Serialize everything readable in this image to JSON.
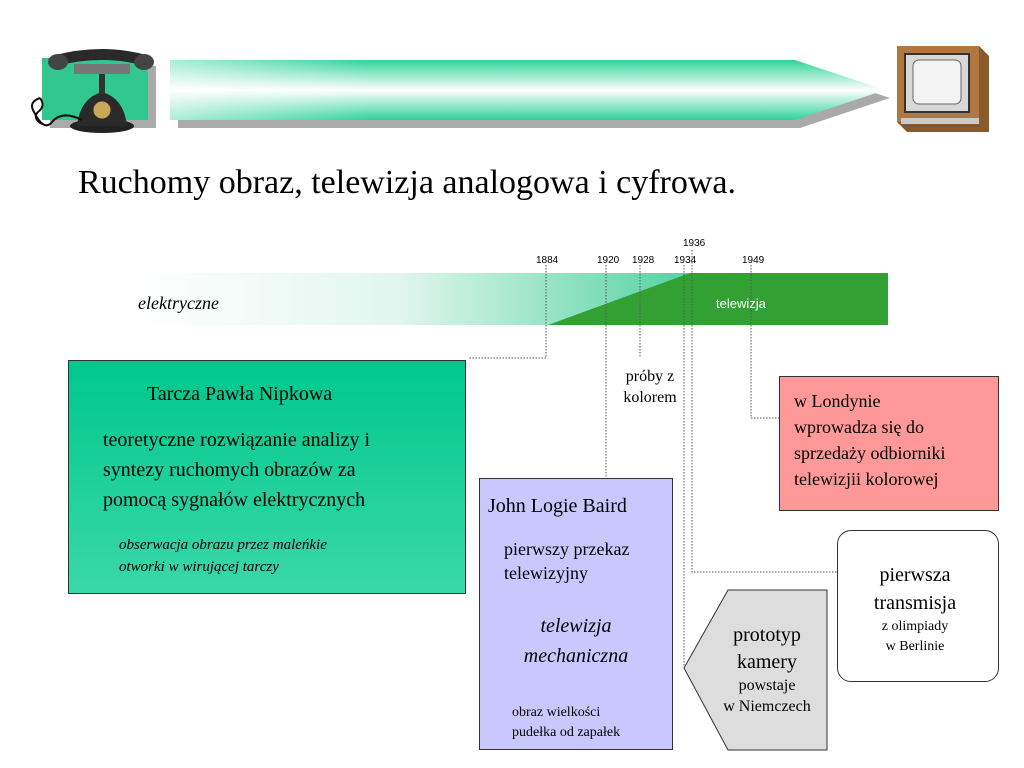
{
  "title": "Ruchomy obraz, telewizja analogowa i cyfrowa.",
  "header": {
    "phone_icon": "telephone-icon",
    "tv_icon": "television-icon"
  },
  "timeline": {
    "left_label": "elektryczne",
    "right_label": "telewizja",
    "years": {
      "y1884": "1884",
      "y1920": "1920",
      "y1928": "1928",
      "y1934": "1934",
      "y1936": "1936",
      "y1949": "1949"
    },
    "colors": {
      "band": "#00b070",
      "tv": "#33a033"
    }
  },
  "proby": {
    "line1": "próby z",
    "line2": "kolorem"
  },
  "nipkow": {
    "heading": "Tarcza Pawła Nipkowa",
    "desc1": "teoretyczne rozwiązanie analizy i",
    "desc2": "syntezy ruchomych obrazów za",
    "desc3": "pomocą sygnałów elektrycznych",
    "note1": "obserwacja obrazu przez maleńkie",
    "note2": "otworki w wirującej tarczy"
  },
  "baird": {
    "heading": "John Logie Baird",
    "l1": "pierwszy przekaz",
    "l2": "telewizyjny",
    "i1": "telewizja",
    "i2": "mechaniczna",
    "s1": "obraz wielkości",
    "s2": "pudełka od zapałek"
  },
  "camera": {
    "l1": "prototyp",
    "l2": "kamery",
    "l3": "powstaje",
    "l4": "w Niemczech"
  },
  "berlin": {
    "l1": "pierwsza",
    "l2": "transmisja",
    "l3": "z olimpiady",
    "l4": "w Berlinie"
  },
  "london": {
    "l1": "w Londynie",
    "l2": "wprowadza się do",
    "l3": "sprzedaży odbiorniki",
    "l4": "telewizjii kolorowej"
  }
}
